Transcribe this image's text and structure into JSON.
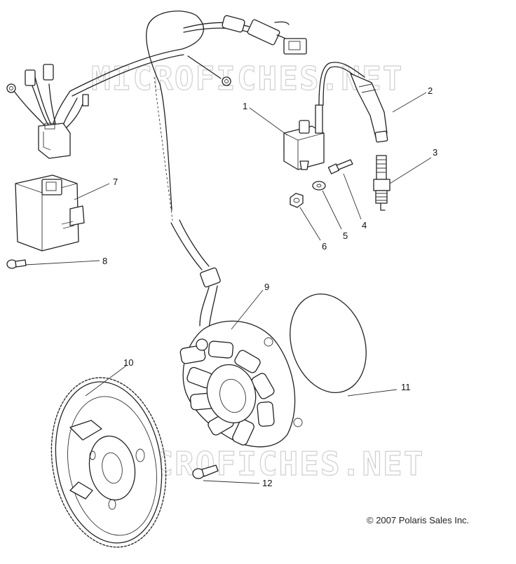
{
  "diagram": {
    "watermark_top": "MICROFICHES.NET",
    "watermark_bottom": "MICROFICHES.NET",
    "copyright": "© 2007 Polaris Sales Inc.",
    "callouts": [
      "1",
      "2",
      "3",
      "4",
      "5",
      "6",
      "7",
      "8",
      "9",
      "10",
      "11",
      "12"
    ]
  }
}
